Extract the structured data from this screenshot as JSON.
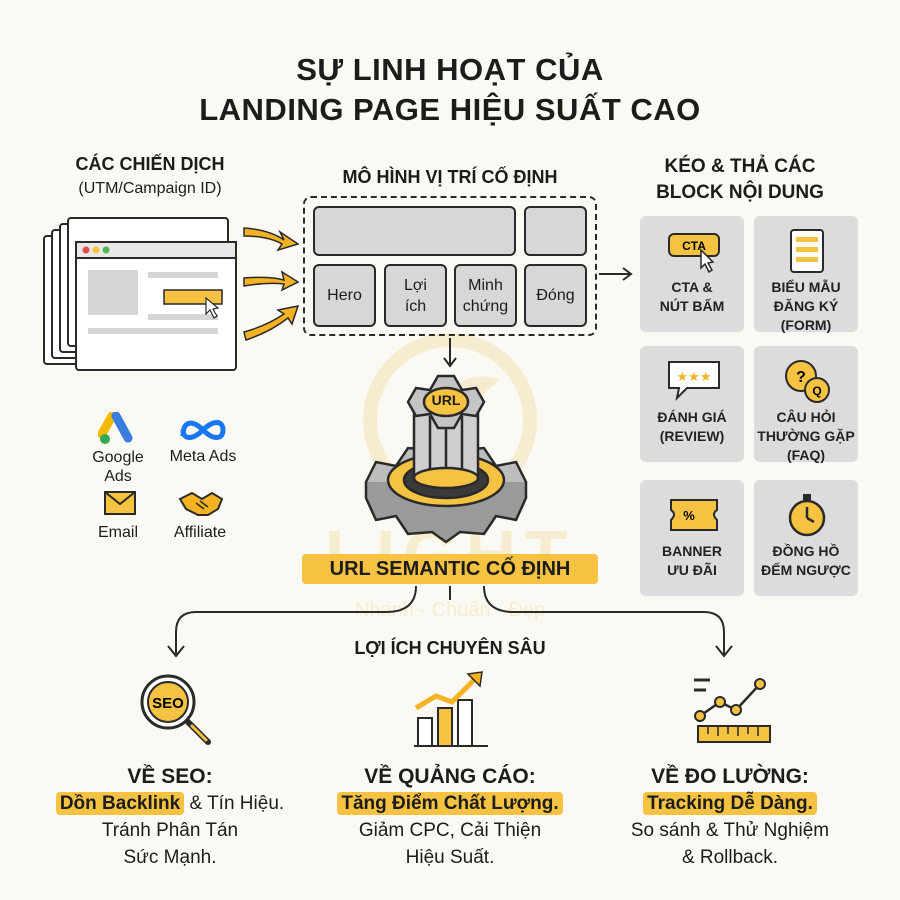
{
  "title": {
    "line1": "SỰ LINH HOẠT CỦA",
    "line2": "LANDING PAGE HIỆU SUẤT CAO"
  },
  "campaigns": {
    "heading": "CÁC CHIẾN DỊCH",
    "subheading": "(UTM/Campaign ID)",
    "channels": [
      {
        "label": "Google\nAds",
        "icon": "google-ads-icon"
      },
      {
        "label": "Meta Ads",
        "icon": "meta-icon"
      },
      {
        "label": "Email",
        "icon": "envelope-icon"
      },
      {
        "label": "Affiliate",
        "icon": "handshake-icon"
      }
    ]
  },
  "model": {
    "heading": "MÔ HÌNH VỊ TRÍ CỐ ĐỊNH",
    "slots": [
      "Hero",
      "Lợi\ních",
      "Minh\nchứng",
      "Đóng"
    ]
  },
  "gear": {
    "badge": "URL",
    "label": "URL SEMANTIC CỐ ĐỊNH"
  },
  "blocks": {
    "heading": "KÉO & THẢ CÁC\nBLOCK NỘI DUNG",
    "items": [
      {
        "label": "CTA &\nNÚT BẤM",
        "icon": "cta-button-icon",
        "badge": "CTA"
      },
      {
        "label": "BIỂU MẪU\nĐĂNG KÝ\n(FORM)",
        "icon": "form-icon"
      },
      {
        "label": "ĐÁNH GIÁ\n(REVIEW)",
        "icon": "review-stars-icon"
      },
      {
        "label": "CÂU HỎI\nTHƯỜNG GẶP\n(FAQ)",
        "icon": "faq-icon"
      },
      {
        "label": "BANNER\nƯU ĐÃI",
        "icon": "discount-ticket-icon"
      },
      {
        "label": "ĐỒNG HỒ\nĐẾM NGƯỢC",
        "icon": "stopwatch-icon"
      }
    ]
  },
  "benefits": {
    "heading": "LỢI ÍCH CHUYÊN SÂU",
    "items": [
      {
        "title": "VỀ SEO:",
        "highlight": "Dồn Backlink",
        "rest1": " & Tín Hiệu.",
        "line2": "Tránh Phân Tán",
        "line3": "Sức Mạnh.",
        "icon": "seo-magnifier-icon"
      },
      {
        "title": "VỀ QUẢNG CÁO:",
        "highlight": "Tăng Điểm Chất Lượng.",
        "rest1": "",
        "line2": "Giảm CPC, Cải Thiện",
        "line3": "Hiệu Suất.",
        "icon": "growth-chart-icon"
      },
      {
        "title": "VỀ ĐO LƯỜNG:",
        "highlight": "Tracking Dễ Dàng.",
        "rest1": "",
        "line2": "So sánh & Thử Nghiệm",
        "line3": "& Rollback.",
        "icon": "analytics-chart-icon"
      }
    ]
  },
  "watermark": {
    "text": "LIGHT",
    "tagline": "Nhanh - Chuẩn - Đẹp"
  },
  "colors": {
    "accent": "#f5c242",
    "card": "#dcdcdc",
    "outline": "#2a2a2a",
    "background": "#fbf9f3"
  }
}
